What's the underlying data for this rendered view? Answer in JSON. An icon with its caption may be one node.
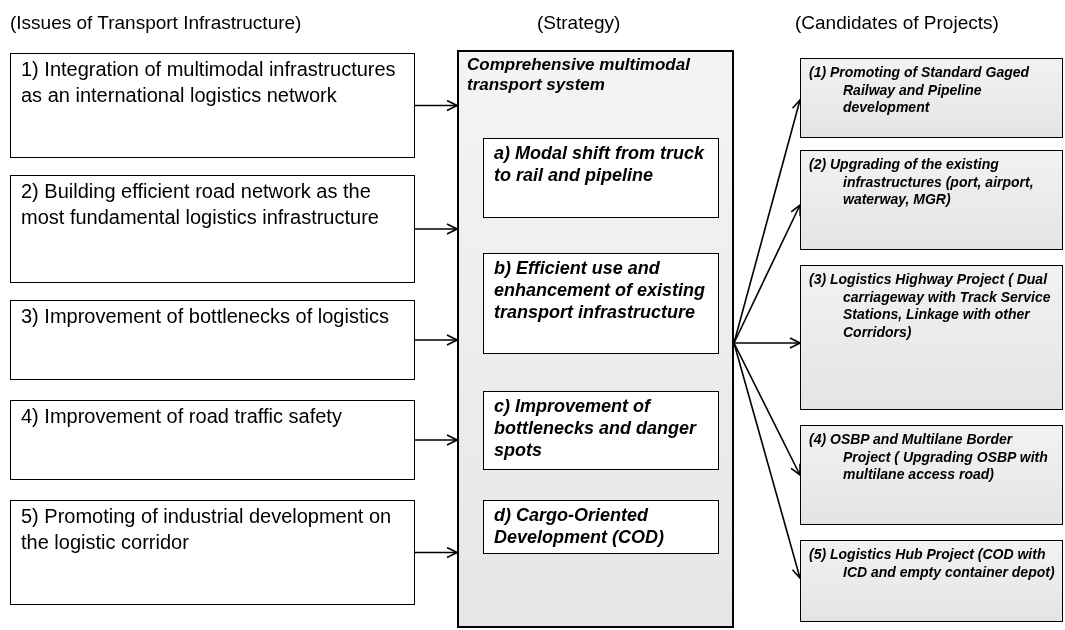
{
  "diagram": {
    "nodes": [
      {
        "text": [
          "1) Integration of multimodal infrastructures as an international logistics network"
        ]
      },
      {
        "text": [
          "2) Building efficient road network as the most fundamental logistics infrastructure"
        ]
      },
      {
        "text": [
          "3) Improvement of bottlenecks of logistics"
        ]
      },
      {
        "text": [
          "4) Improvement of road traffic safety"
        ]
      },
      {
        "text": [
          "5) Promoting of industrial development on the logistic corridor"
        ]
      },
      {
        "text": [
          "Comprehensive multimodal transport system"
        ]
      },
      {
        "text": [
          "a) Modal shift from truck to rail and pipeline"
        ],
        "in": 5
      },
      {
        "text": [
          "b) Efficient use and enhancement of existing transport infrastructure"
        ],
        "in": 5
      },
      {
        "text": [
          "c) Improvement of bottlenecks and danger spots"
        ],
        "in": 5
      },
      {
        "text": [
          "d) Cargo-Oriented Development (COD)"
        ],
        "in": 5
      },
      {
        "text": [
          "(1) Promoting of Standard Gaged Railway and Pipeline development"
        ]
      },
      {
        "text": [
          "(2) Upgrading of the existing infrastructures (port, airport, waterway, MGR)"
        ]
      },
      {
        "text": [
          "(3) Logistics Highway Project ( Dual carriageway with Track Service Stations, Linkage with other Corridors)"
        ]
      },
      {
        "text": [
          "(4) OSBP and Multilane Border Project ( Upgrading OSBP with multilane access road)"
        ]
      },
      {
        "text": [
          "(5) Logistics Hub Project (COD with ICD and empty container depot)"
        ]
      }
    ],
    "edges": [
      {
        "from": 0,
        "to": 5,
        "arrow": "to"
      },
      {
        "from": 1,
        "to": 5,
        "arrow": "to"
      },
      {
        "from": 2,
        "to": 5,
        "arrow": "to"
      },
      {
        "from": 3,
        "to": 5,
        "arrow": "to"
      },
      {
        "from": 4,
        "to": 5,
        "arrow": "to"
      },
      {
        "from": 5,
        "to": 10,
        "arrow": "to"
      },
      {
        "from": 5,
        "to": 11,
        "arrow": "to"
      },
      {
        "from": 5,
        "to": 12,
        "arrow": "to"
      },
      {
        "from": 5,
        "to": 13,
        "arrow": "to"
      },
      {
        "from": 5,
        "to": 14,
        "arrow": "to"
      }
    ],
    "labels": [
      "(Issues of Transport Infrastructure)",
      "(Strategy)",
      "(Candidates of Projects)"
    ]
  }
}
